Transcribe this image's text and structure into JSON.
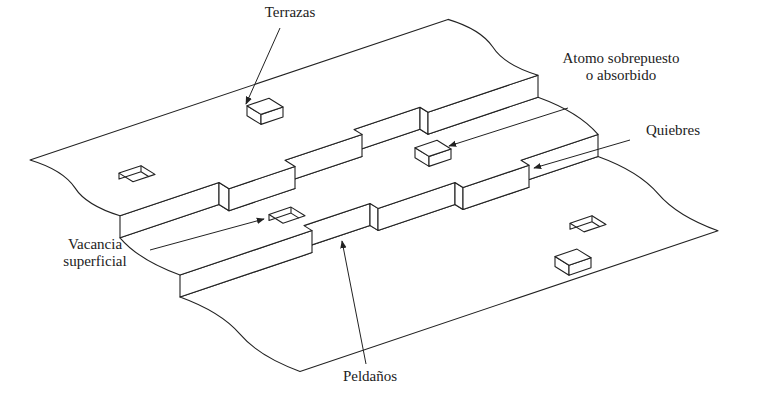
{
  "diagram": {
    "labels": [
      "Terrazas",
      "Atomo sobrepuesto o absorbido",
      "Quiebres",
      "Vacancia superficial",
      "Peldaños"
    ]
  }
}
